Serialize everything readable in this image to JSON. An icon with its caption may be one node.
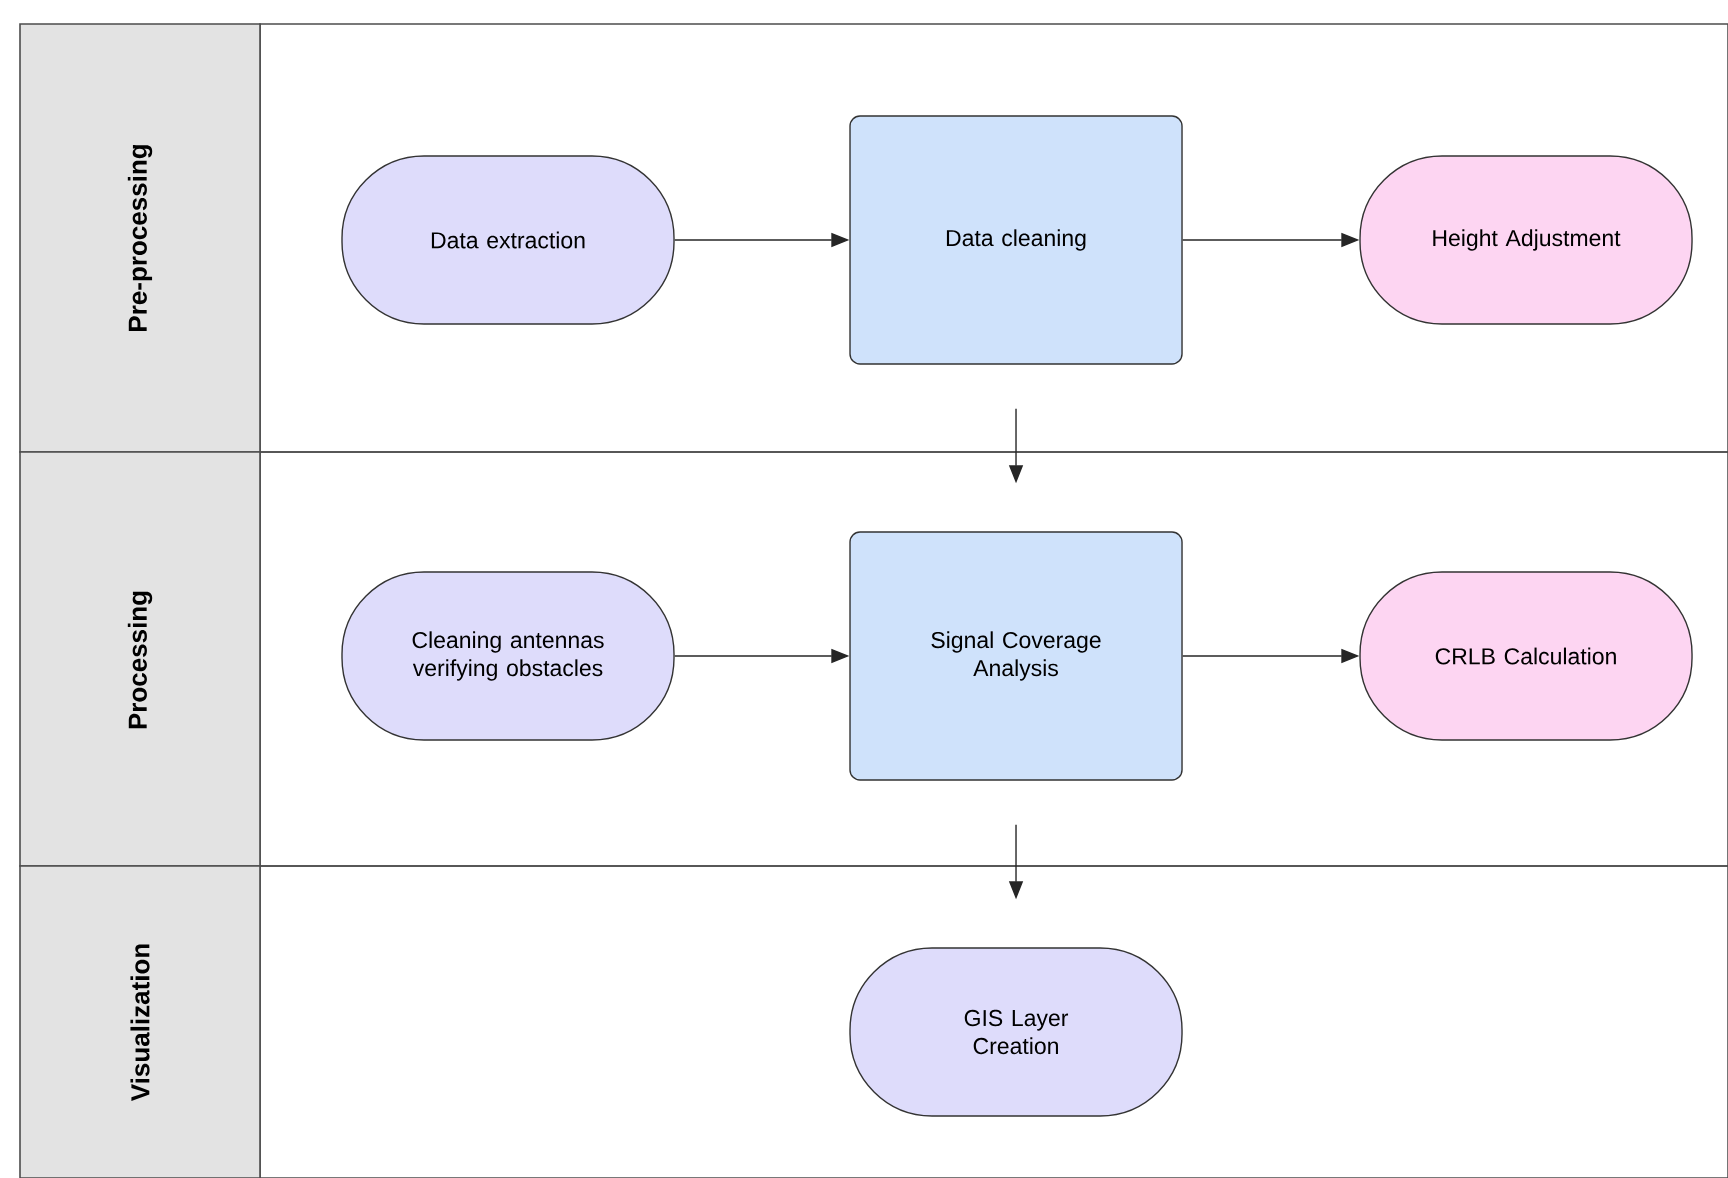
{
  "diagram": {
    "nodes": [
      {
        "text": [
          "Pre-processing"
        ]
      },
      {
        "text": [
          "Data extraction"
        ],
        "in": 0
      },
      {
        "text": [
          "Data cleaning"
        ],
        "in": 0
      },
      {
        "text": [
          "Height Adjustment"
        ],
        "in": 0
      },
      {
        "text": [
          "Processing"
        ]
      },
      {
        "text": [
          "Cleaning antennas verifying obstacles"
        ],
        "in": 4
      },
      {
        "text": [
          "Signal Coverage Analysis"
        ],
        "in": 4
      },
      {
        "text": [
          "CRLB Calculation"
        ],
        "in": 4
      },
      {
        "text": [
          "Visualization"
        ]
      },
      {
        "text": [
          "GIS Layer Creation"
        ],
        "in": 8
      }
    ],
    "edges": [
      {
        "from": 1,
        "to": 2,
        "arrow": "to"
      },
      {
        "from": 2,
        "to": 3,
        "arrow": "to"
      },
      {
        "from": 2,
        "to": 6,
        "arrow": "to"
      },
      {
        "from": 5,
        "to": 6,
        "arrow": "to"
      },
      {
        "from": 6,
        "to": 7,
        "arrow": "to"
      },
      {
        "from": 6,
        "to": 9,
        "arrow": "to"
      }
    ]
  }
}
